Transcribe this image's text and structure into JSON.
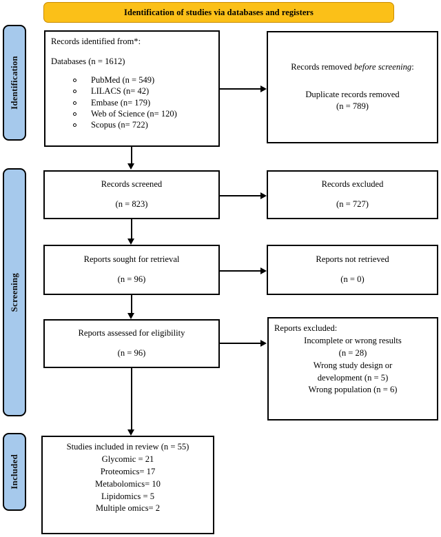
{
  "banner": {
    "title": "Identification of studies via databases and registers",
    "fill_color": "#FBC018"
  },
  "stages": {
    "fill_color": "#A6C9EC",
    "identification": "Identification",
    "screening": "Screening",
    "included": "Included"
  },
  "boxes": {
    "identified": {
      "line1": "Records identified from*:",
      "line2": "Databases (n = 1612)",
      "sources": [
        "PubMed (n = 549)",
        "LILACS (n= 42)",
        "Embase (n= 179)",
        "Web of Science (n= 120)",
        "Scopus (n= 722)"
      ]
    },
    "removed": {
      "line1_a": "Records removed ",
      "line1_b": "before screening",
      "line1_c": ":",
      "line2": "Duplicate records removed",
      "line3": "(n = 789)"
    },
    "screened": {
      "line1": "Records screened",
      "line2": "(n = 823)"
    },
    "records_excluded": {
      "line1": "Records excluded",
      "line2": "(n = 727)"
    },
    "sought": {
      "line1": "Reports sought for retrieval",
      "line2": "(n = 96)"
    },
    "not_retrieved": {
      "line1": "Reports not retrieved",
      "line2": "(n = 0)"
    },
    "assessed": {
      "line1": "Reports assessed for eligibility",
      "line2": "(n = 96)"
    },
    "reports_excluded": {
      "heading": "Reports excluded:",
      "items": [
        "Incomplete or wrong results",
        "(n = 28)",
        "Wrong study design or",
        "development (n = 5)",
        "Wrong population (n = 6)"
      ]
    },
    "included": {
      "heading": "Studies included in review (n = 55)",
      "items": [
        "Glycomic = 21",
        "Proteomics= 17",
        "Metabolomics= 10",
        "Lipidomics = 5",
        "Multiple omics= 2"
      ]
    }
  }
}
